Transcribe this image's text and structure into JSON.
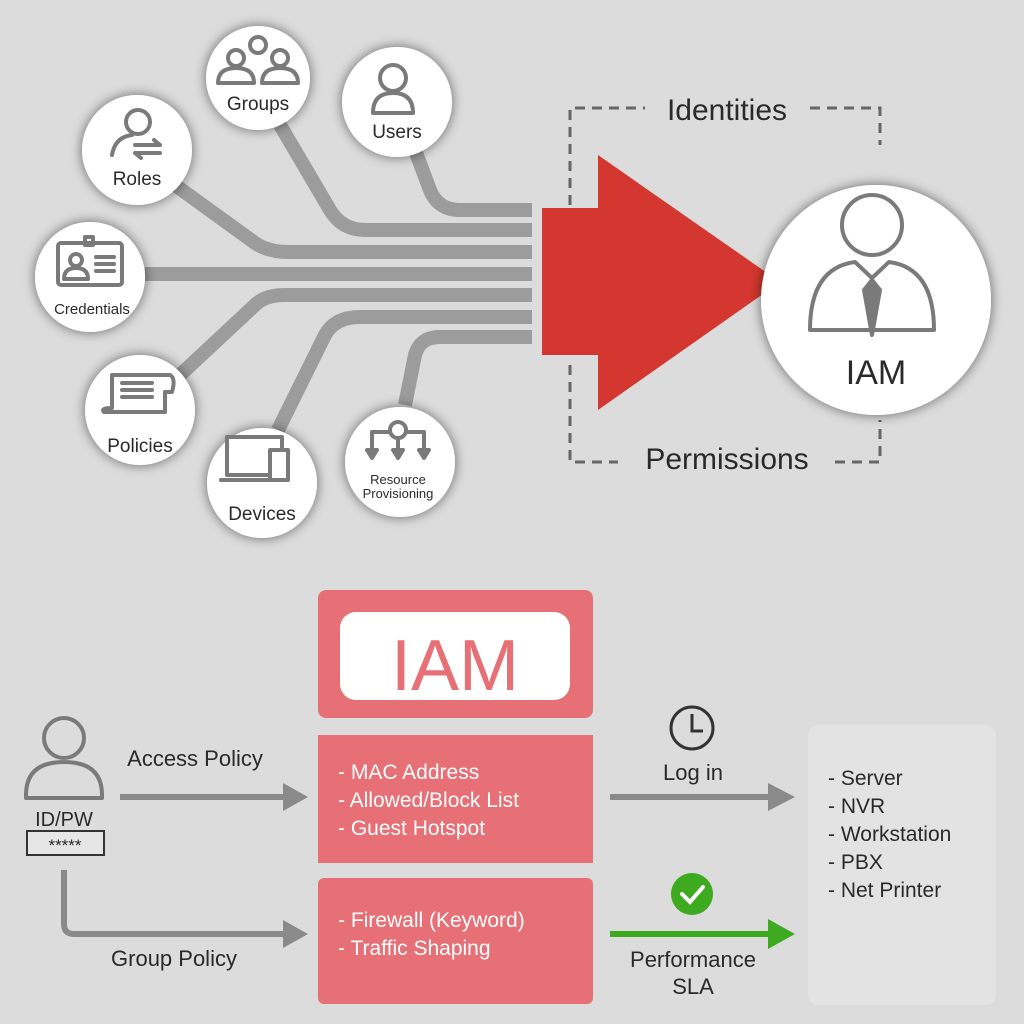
{
  "top": {
    "nodes": {
      "groups": "Groups",
      "users": "Users",
      "roles": "Roles",
      "credentials": "Credentials",
      "policies": "Policies",
      "devices": "Devices",
      "resource_1": "Resource",
      "resource_2": "Provisioning"
    },
    "identities": "Identities",
    "permissions": "Permissions",
    "iam": "IAM"
  },
  "bottom": {
    "iam_title": "IAM",
    "id_pw": "ID/PW",
    "password_mask": "*****",
    "access_policy": "Access Policy",
    "group_policy": "Group Policy",
    "access_items": [
      "- MAC Address",
      "- Allowed/Block List",
      "- Guest Hotspot"
    ],
    "group_items": [
      "- Firewall (Keyword)",
      "- Traffic Shaping"
    ],
    "log_in": "Log in",
    "performance": "Performance",
    "sla": "SLA",
    "targets": [
      "- Server",
      "- NVR",
      "- Workstation",
      "- PBX",
      "- Net Printer"
    ]
  },
  "colors": {
    "arrow_red": "#d4372f",
    "box_pink": "#e76f76",
    "green": "#3daa1f",
    "background": "#dcdcdc"
  }
}
